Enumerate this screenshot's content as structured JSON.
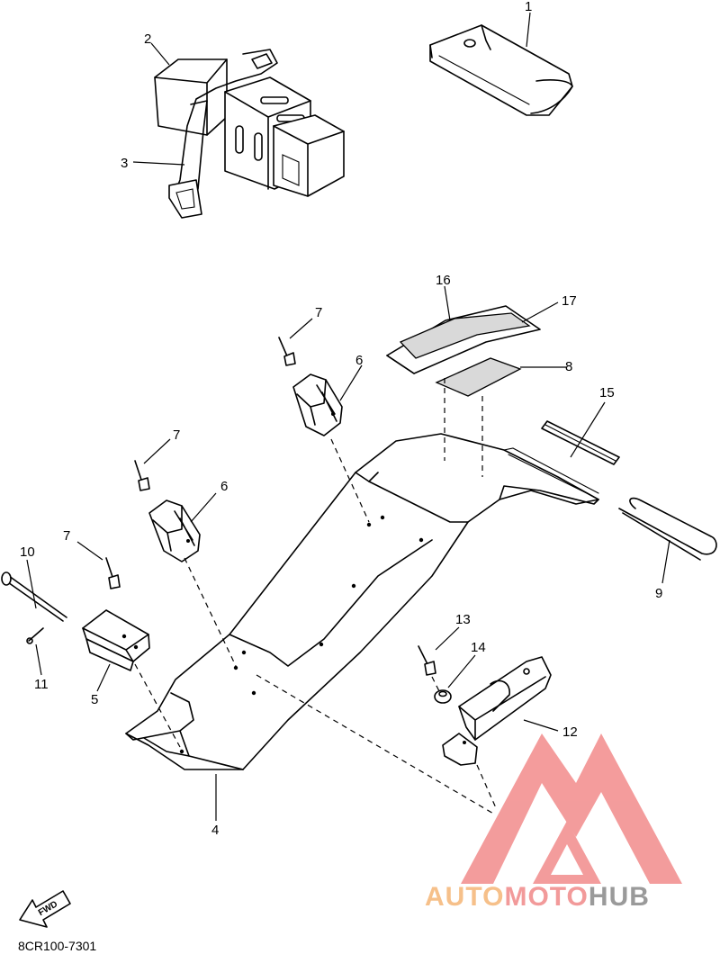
{
  "diagram": {
    "part_code": "8CR100-7301",
    "direction_label": "FWD",
    "callouts": [
      "1",
      "2",
      "3",
      "4",
      "5",
      "6",
      "7",
      "8",
      "9",
      "10",
      "11",
      "12",
      "13",
      "14",
      "15",
      "16",
      "17"
    ],
    "callouts_extra": {
      "six_b": "6",
      "seven_b": "7",
      "seven_c": "7"
    }
  },
  "watermark": {
    "word_part1": "AUTO",
    "word_part2": "MOTO",
    "word_part3": "HUB",
    "color_auto": "#f6c08a",
    "color_moto": "#f29a9a",
    "color_hub": "#9a9a9a",
    "logo_color": "#f28b8b"
  }
}
